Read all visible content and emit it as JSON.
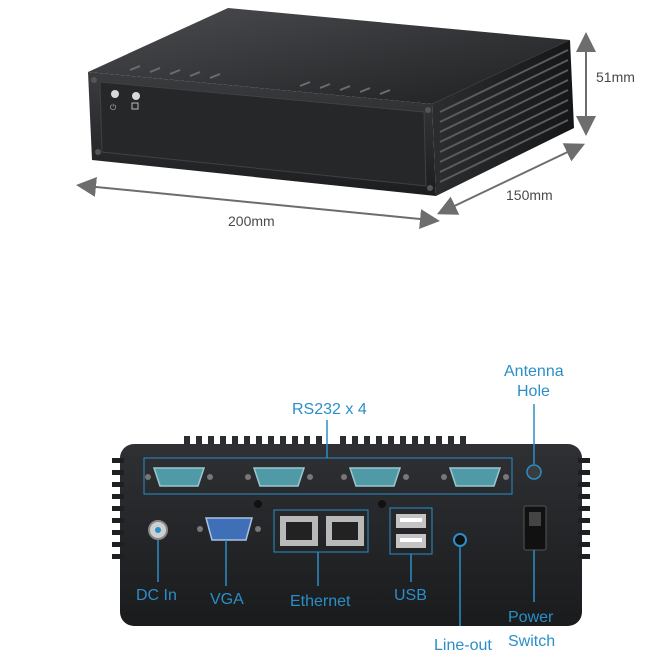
{
  "dimensions": {
    "width": "200mm",
    "depth": "150mm",
    "height": "51mm"
  },
  "callouts": {
    "rs232": "RS232 x 4",
    "antenna_line1": "Antenna",
    "antenna_line2": "Hole",
    "dc_in": "DC In",
    "vga": "VGA",
    "ethernet": "Ethernet",
    "usb": "USB",
    "line_out": "Line-out",
    "power_line1": "Power",
    "power_line2": "Switch"
  },
  "colors": {
    "callout": "#2a8fc8",
    "chassis": "#2b2d2f",
    "port_teal": "#4f9aa6",
    "arrow": "#6d6d6d"
  }
}
